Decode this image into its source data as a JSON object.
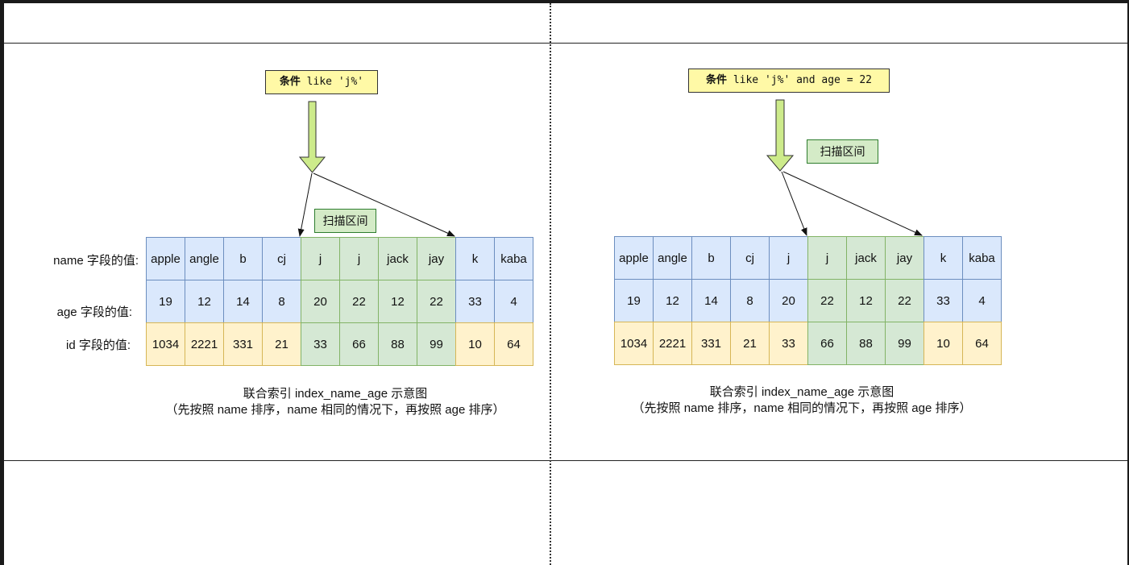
{
  "left_panel": {
    "condition_label": {
      "bold": "条件",
      "code": " like 'j%'"
    },
    "scan_label": "扫描区间",
    "row_labels": [
      "name 字段的值:",
      "age 字段的值:",
      "id 字段的值:"
    ],
    "names": [
      "apple",
      "angle",
      "b",
      "cj",
      "j",
      "j",
      "jack",
      "jay",
      "k",
      "kaba"
    ],
    "ages": [
      "19",
      "12",
      "14",
      "8",
      "20",
      "22",
      "12",
      "22",
      "33",
      "4"
    ],
    "ids": [
      "1034",
      "2221",
      "331",
      "21",
      "33",
      "66",
      "88",
      "99",
      "10",
      "64"
    ],
    "scan_range": [
      4,
      7
    ],
    "caption_line1": "联合索引 index_name_age 示意图",
    "caption_line2": "（先按照 name 排序，name 相同的情况下，再按照 age 排序）"
  },
  "right_panel": {
    "condition_label": {
      "bold": "条件",
      "code": " like 'j%' and age = 22"
    },
    "scan_label": "扫描区间",
    "names": [
      "apple",
      "angle",
      "b",
      "cj",
      "j",
      "j",
      "jack",
      "jay",
      "k",
      "kaba"
    ],
    "ages": [
      "19",
      "12",
      "14",
      "8",
      "20",
      "22",
      "12",
      "22",
      "33",
      "4"
    ],
    "ids": [
      "1034",
      "2221",
      "331",
      "21",
      "33",
      "66",
      "88",
      "99",
      "10",
      "64"
    ],
    "scan_range": [
      5,
      7
    ],
    "caption_line1": "联合索引 index_name_age 示意图",
    "caption_line2": "（先按照 name 排序，name 相同的情况下，再按照 age 排序）"
  },
  "colors": {
    "name_row": "#dae8fc",
    "age_row": "#dae8fc",
    "id_row": "#fff2cc",
    "scan_range": "#d5e8d4",
    "condition_box": "#fff9a6",
    "arrow_fill": "#cdeb8b"
  }
}
